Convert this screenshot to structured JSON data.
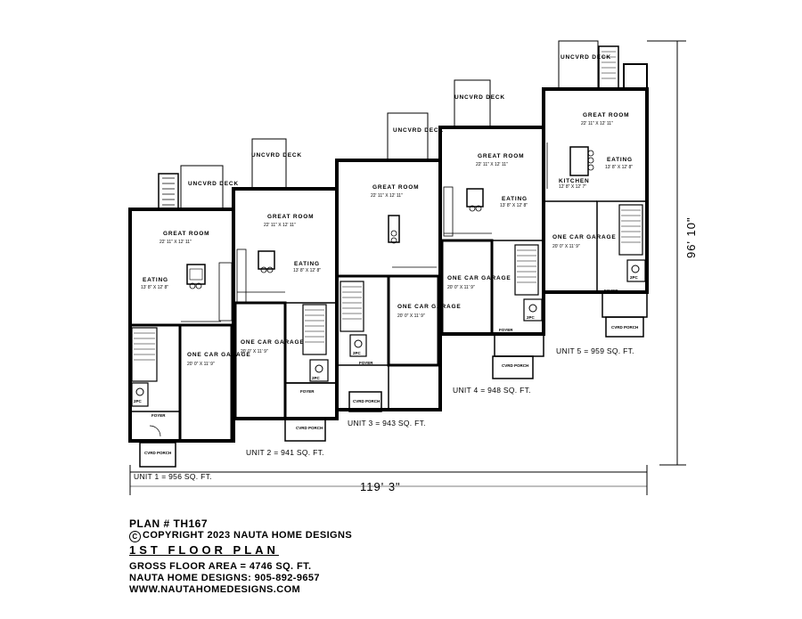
{
  "plan": {
    "units": [
      {
        "label": "UNIT 1 = 956 SQ. FT.",
        "great_room": "GREAT ROOM",
        "great_room_dim": "22' 11\" X 12' 11\"",
        "eating": "EATING",
        "eating_dim": "13' 8\" X 12' 8\"",
        "garage": "ONE CAR GARAGE",
        "garage_dim": "20' 0\" X 11' 9\"",
        "deck": "UNCVRD DECK",
        "porch": "CVRD PORCH",
        "foyer": "FOYER",
        "pc": "2PC"
      },
      {
        "label": "UNIT 2 = 941 SQ. FT.",
        "great_room": "GREAT ROOM",
        "great_room_dim": "22' 11\" X 12' 11\"",
        "eating": "EATING",
        "eating_dim": "13' 8\" X 12' 8\"",
        "garage": "ONE CAR GARAGE",
        "garage_dim": "20' 0\" X 11' 9\"",
        "deck": "UNCVRD DECK",
        "porch": "CVRD PORCH",
        "foyer": "FOYER",
        "pc": "2PC"
      },
      {
        "label": "UNIT 3 = 943 SQ. FT.",
        "great_room": "GREAT ROOM",
        "great_room_dim": "22' 11\" X 12' 11\"",
        "garage": "ONE CAR GARAGE",
        "garage_dim": "20' 0\" X 11' 9\"",
        "deck": "UNCVRD DECK",
        "porch": "CVRD PORCH",
        "foyer": "FOYER",
        "pc": "2PC"
      },
      {
        "label": "UNIT 4 = 948 SQ. FT.",
        "great_room": "GREAT ROOM",
        "great_room_dim": "22' 11\" X 12' 11\"",
        "eating": "EATING",
        "eating_dim": "13' 8\" X 12' 8\"",
        "garage": "ONE CAR GARAGE",
        "garage_dim": "20' 0\" X 11' 9\"",
        "deck": "UNCVRD DECK",
        "porch": "CVRD PORCH",
        "foyer": "FOYER",
        "pc": "2PC"
      },
      {
        "label": "UNIT 5 = 959 SQ. FT.",
        "great_room": "GREAT ROOM",
        "great_room_dim": "22' 11\" X 12' 11\"",
        "eating": "EATING",
        "eating_dim": "13' 8\" X 12' 8\"",
        "kitchen": "KITCHEN",
        "kitchen_dim": "12' 8\" X 12' 7\"",
        "garage": "ONE CAR GARAGE",
        "garage_dim": "20' 0\" X 11' 9\"",
        "deck": "UNCVRD DECK",
        "porch": "CVRD PORCH",
        "foyer": "FOYER",
        "pc": "2PC"
      }
    ],
    "width_dim": "119' 3\"",
    "depth_dim": "96' 10\""
  },
  "title_block": {
    "plan_no": "PLAN # TH167",
    "copyright_symbol": "C",
    "copyright": "COPYRIGHT 2023 NAUTA HOME DESIGNS",
    "floor": "1ST FLOOR PLAN",
    "gross_area": "GROSS FLOOR AREA  =  4746 SQ. FT.",
    "phone": "NAUTA HOME DESIGNS:  905-892-9657",
    "website": "WWW.NAUTAHOMEDESIGNS.COM"
  }
}
